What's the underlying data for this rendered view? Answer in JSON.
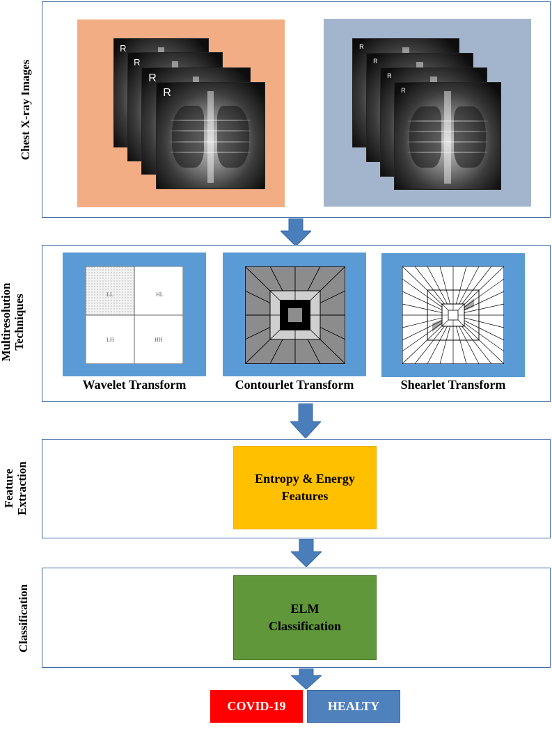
{
  "stages": {
    "xray": {
      "label": "Chest X-ray Images",
      "xray_mark": "R"
    },
    "multires": {
      "label_line1": "Multiresolution",
      "label_line2": "Techniques"
    },
    "feature": {
      "label_line1": "Feature",
      "label_line2": "Extraction"
    },
    "classification": {
      "label": "Classification"
    }
  },
  "techniques": [
    {
      "title": "Wavelet Transform",
      "quadrants": [
        "LL",
        "HL",
        "LH",
        "HH"
      ]
    },
    {
      "title": "Contourlet Transform"
    },
    {
      "title": "Shearlet Transform"
    }
  ],
  "feature_box": {
    "line1": "Entropy & Energy",
    "line2": "Features"
  },
  "classifier_box": {
    "line1": "ELM",
    "line2": "Classification"
  },
  "outputs": [
    {
      "label": "COVID-19",
      "color": "#ff0000"
    },
    {
      "label": "HEALTY",
      "color": "#4f81bd"
    }
  ],
  "colors": {
    "panel_border": "#3a67a5",
    "arrow": "#4a7ebb",
    "covid_bg": "#f3ad84",
    "healthy_bg": "#a3b4cd",
    "tech_bg": "#5b9bd5",
    "feature_bg": "#ffc000",
    "classifier_bg": "#5f973a"
  }
}
